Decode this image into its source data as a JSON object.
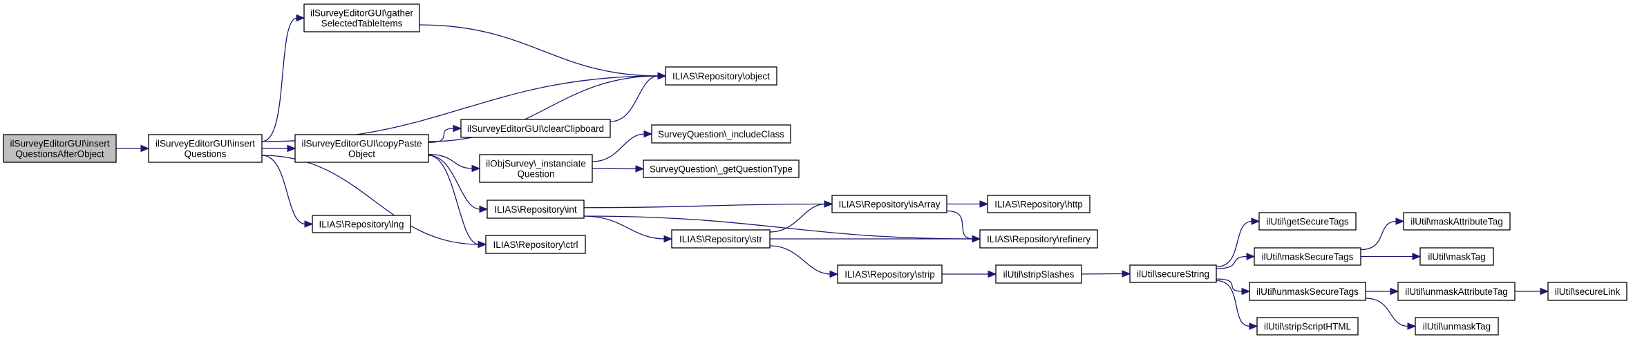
{
  "graph": {
    "edge_color": "#191970",
    "root_fill": "#bfbfbf",
    "nodes": {
      "main": [
        "ilSurveyEditorGUI\\insert",
        "QuestionsAfterObject"
      ],
      "insertQuestions": [
        "ilSurveyEditorGUI\\insert",
        "Questions"
      ],
      "gather": [
        "ilSurveyEditorGUI\\gather",
        "SelectedTableItems"
      ],
      "copyPaste": [
        "ilSurveyEditorGUI\\copyPaste",
        "Object"
      ],
      "object": [
        "ILIAS\\Repository\\object"
      ],
      "clearClipboard": [
        "ilSurveyEditorGUI\\clearClipboard"
      ],
      "instanciate": [
        "ilObjSurvey\\_instanciate",
        "Question"
      ],
      "includeClass": [
        "SurveyQuestion\\_includeClass"
      ],
      "getQuestionType": [
        "SurveyQuestion\\_getQuestionType"
      ],
      "int": [
        "ILIAS\\Repository\\int"
      ],
      "lng": [
        "ILIAS\\Repository\\lng"
      ],
      "ctrl": [
        "ILIAS\\Repository\\ctrl"
      ],
      "isArray": [
        "ILIAS\\Repository\\isArray"
      ],
      "http": [
        "ILIAS\\Repository\\http"
      ],
      "str": [
        "ILIAS\\Repository\\str"
      ],
      "refinery": [
        "ILIAS\\Repository\\refinery"
      ],
      "strip": [
        "ILIAS\\Repository\\strip"
      ],
      "stripSlashes": [
        "ilUtil\\stripSlashes"
      ],
      "secureString": [
        "ilUtil\\secureString"
      ],
      "getSecureTags": [
        "ilUtil\\getSecureTags"
      ],
      "maskSecureTags": [
        "ilUtil\\maskSecureTags"
      ],
      "unmaskSecureTags": [
        "ilUtil\\unmaskSecureTags"
      ],
      "stripScriptHTML": [
        "ilUtil\\stripScriptHTML"
      ],
      "maskAttributeTag": [
        "ilUtil\\maskAttributeTag"
      ],
      "maskTag": [
        "ilUtil\\maskTag"
      ],
      "unmaskAttributeTag": [
        "ilUtil\\unmaskAttributeTag"
      ],
      "unmaskTag": [
        "ilUtil\\unmaskTag"
      ],
      "secureLink": [
        "ilUtil\\secureLink"
      ]
    },
    "root": "main",
    "edges": [
      [
        "main",
        "insertQuestions"
      ],
      [
        "insertQuestions",
        "gather"
      ],
      [
        "insertQuestions",
        "object"
      ],
      [
        "insertQuestions",
        "copyPaste"
      ],
      [
        "insertQuestions",
        "lng"
      ],
      [
        "insertQuestions",
        "ctrl"
      ],
      [
        "gather",
        "object"
      ],
      [
        "copyPaste",
        "object"
      ],
      [
        "copyPaste",
        "clearClipboard"
      ],
      [
        "copyPaste",
        "instanciate"
      ],
      [
        "copyPaste",
        "int"
      ],
      [
        "copyPaste",
        "ctrl"
      ],
      [
        "clearClipboard",
        "object"
      ],
      [
        "instanciate",
        "includeClass"
      ],
      [
        "instanciate",
        "getQuestionType"
      ],
      [
        "int",
        "isArray"
      ],
      [
        "int",
        "str"
      ],
      [
        "int",
        "refinery"
      ],
      [
        "isArray",
        "http"
      ],
      [
        "isArray",
        "refinery"
      ],
      [
        "str",
        "isArray"
      ],
      [
        "str",
        "refinery"
      ],
      [
        "str",
        "strip"
      ],
      [
        "strip",
        "stripSlashes"
      ],
      [
        "stripSlashes",
        "secureString"
      ],
      [
        "secureString",
        "getSecureTags"
      ],
      [
        "secureString",
        "maskSecureTags"
      ],
      [
        "secureString",
        "unmaskSecureTags"
      ],
      [
        "secureString",
        "stripScriptHTML"
      ],
      [
        "maskSecureTags",
        "maskAttributeTag"
      ],
      [
        "maskSecureTags",
        "maskTag"
      ],
      [
        "unmaskSecureTags",
        "unmaskAttributeTag"
      ],
      [
        "unmaskSecureTags",
        "unmaskTag"
      ],
      [
        "unmaskAttributeTag",
        "secureLink"
      ]
    ]
  }
}
